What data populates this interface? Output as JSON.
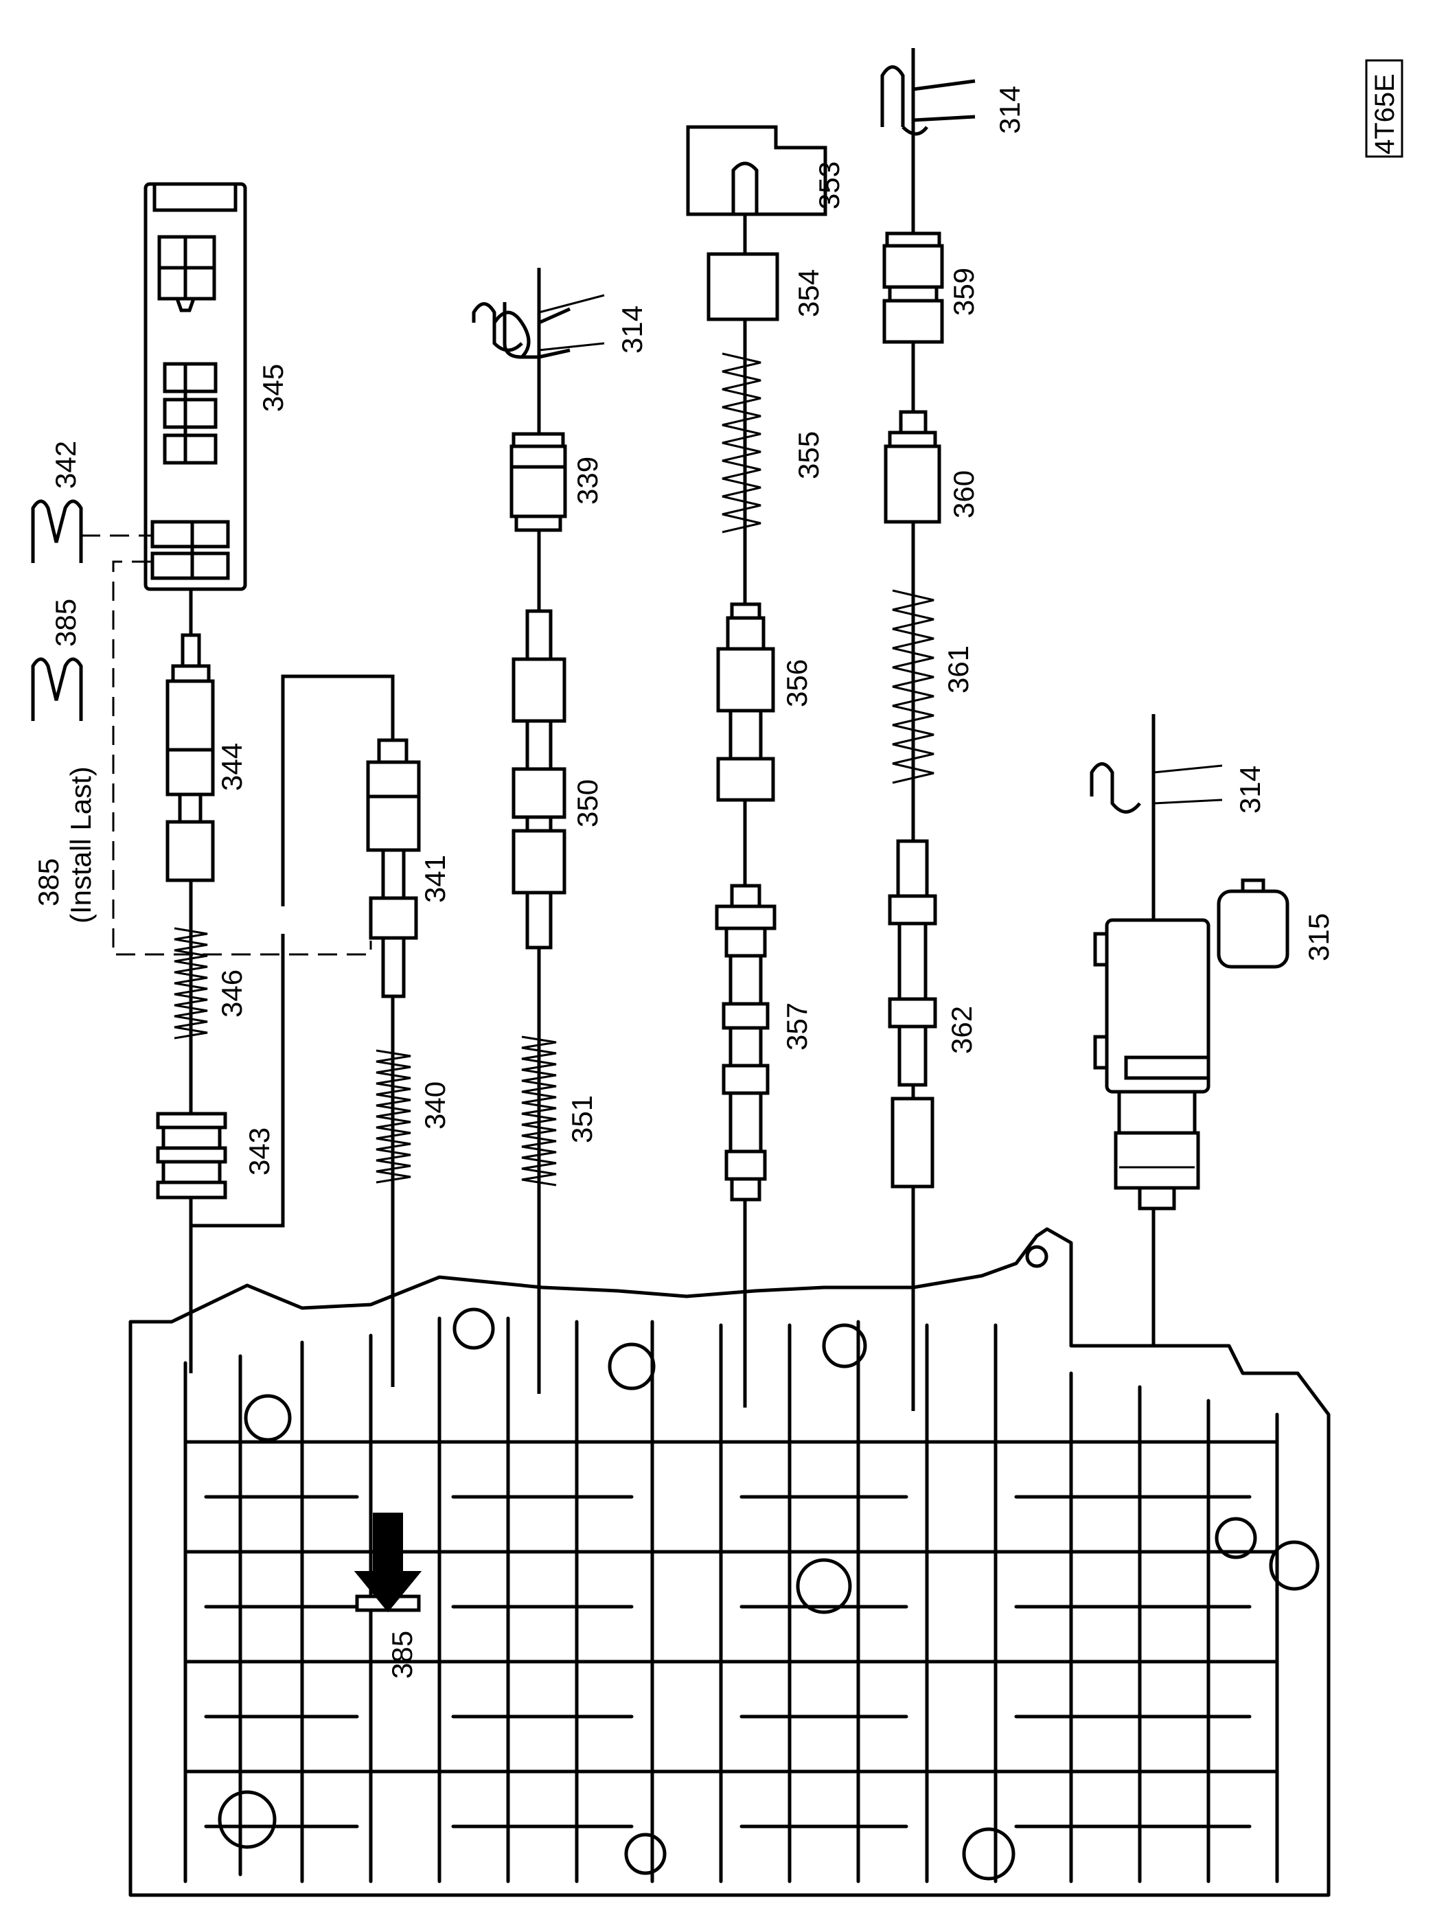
{
  "model_tag": "4T65E",
  "labels": {
    "p314a": "314",
    "p314b": "314",
    "p314c": "314",
    "p315": "315",
    "p339": "339",
    "p340": "340",
    "p341": "341",
    "p342": "342",
    "p343": "343",
    "p344": "344",
    "p345": "345",
    "p346": "346",
    "p350": "350",
    "p351": "351",
    "p353": "353",
    "p354": "354",
    "p355": "355",
    "p356": "356",
    "p357": "357",
    "p359": "359",
    "p360": "360",
    "p361": "361",
    "p362": "362",
    "p385top": "385",
    "p385left": "385",
    "p385body": "385",
    "install_last": "(Install Last)"
  },
  "colors": {
    "ink": "#000000",
    "paper": "#ffffff"
  }
}
